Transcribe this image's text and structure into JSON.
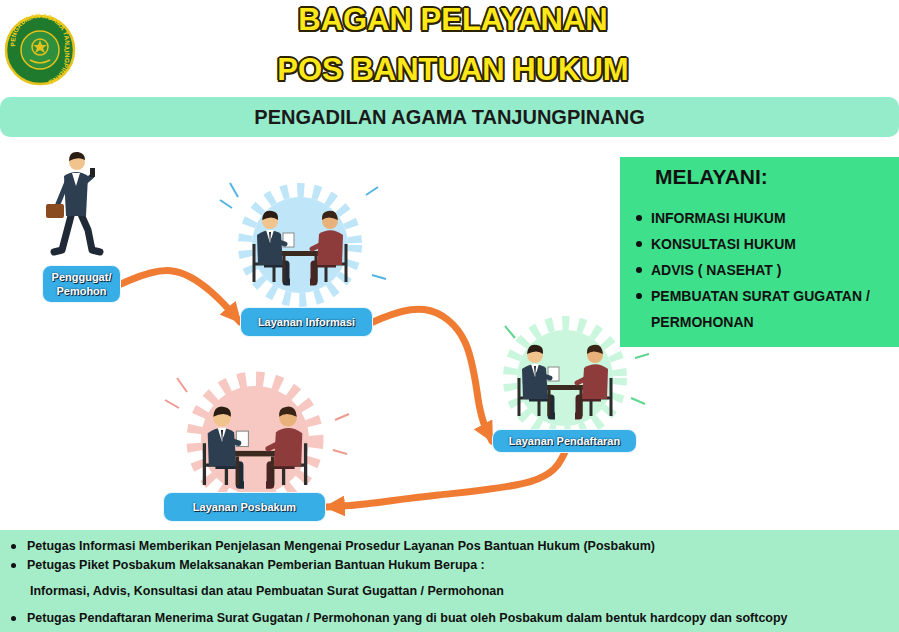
{
  "diagram": {
    "title": "BAGAN PELAYANAN POS BANTUAN HUKUM",
    "nodes": [
      {
        "text": [
          "PENGADILAN AGAMA TANJUNGPINANG"
        ]
      },
      {
        "text": [
          "Penggugat/ Pemohon"
        ]
      },
      {
        "text": [
          "Layanan Informasi"
        ]
      },
      {
        "text": [
          "MELAYANI:",
          "INFORMASI HUKUM",
          "KONSULTASI HUKUM",
          "ADVIS ( NASEHAT )",
          "PEMBUATAN SURAT GUGATAN / PERMOHONAN"
        ]
      },
      {
        "text": [
          "Layanan Pendaftaran"
        ]
      },
      {
        "text": [
          "Layanan Posbakum"
        ]
      },
      {
        "text": [
          "Petugas Informasi Memberikan Penjelasan Mengenai Prosedur Layanan Pos Bantuan Hukum (Posbakum)",
          "Petugas Piket Posbakum Melaksanakan Pemberian Bantuan Hukum Berupa :",
          "Informasi, Advis, Konsultasi dan atau Pembuatan Surat Gugattan / Permohonan",
          "Petugas Pendaftaran Menerima Surat Gugatan / Permohonan yang di buat oleh Posbakum dalam bentuk hardcopy dan softcopy"
        ]
      }
    ],
    "edges": [
      {
        "from": 1,
        "to": 2,
        "arrow": "to"
      },
      {
        "from": 2,
        "to": 4,
        "arrow": "to"
      },
      {
        "from": 4,
        "to": 5,
        "arrow": "to"
      }
    ],
    "labels": [
      "PENGADILAN AGAMA TANJUNGPINANG"
    ]
  }
}
